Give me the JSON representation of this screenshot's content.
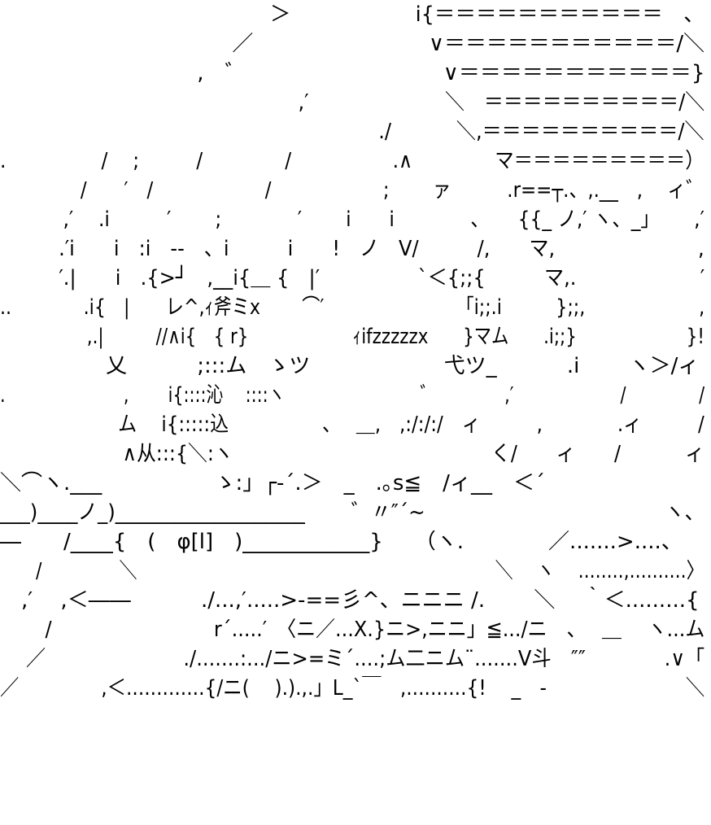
{
  "art": {
    "lines": [
      "　　　　　　　　　　　　　＞　　　　　　i{＝＝＝＝＝＝＝＝＝＝＝　、",
      "　　　　　　　　　　　／　　　　　　　　 ∨＝＝＝＝＝＝＝＝＝＝＝/＼",
      "　　　　　　　　　 ,　゛　　　　　　　　　 ∨＝＝＝＝＝＝＝＝＝＝＝}",
      "　　　　　　　　　　　　　　　 ,′　　　　　　　＼　＝＝＝＝＝＝＝＝＝＝/＼",
      "　　　　　　　　　　　　　　　　　　　 ./　　　 ＼,＝＝＝＝＝＝＝＝＝＝/＼",
      ".　　　　　/　 ;　　　/　　　　 /　　　　　 .∧　　　　 マ＝＝＝＝＝＝＝＝＝）",
      "　　　　 /　　′　/　　　　　　/　　　　　　;　　 ァ　　　.r==┬.、,.__　,　 ィ゛",
      "　　　 ,′　 .i　　　′　　 ;　　　　′　　 i　　i　　　　、　　{{_ ノ,′ ヽ、_」　　 ,′",
      "　　　.′i　　i　:i　--　、i　　　i　　!　ノ　V/　　　/,　　マ,　　　　　　　 ,",
      "　　　′.|　　i　.{>┘　,__i{＿ {　|′　　　　　`＜{;;{　　　マ,.　　　　　　 ′",
      "..　　　　.i{　|　　レ^,ｨ斧ミx　　 ⌒′　　　　　　　 「i;;.i　　　};;,　　　　　　 ,",
      "　　　　　,.|　　　//∧i{　{ r}　　　　　　ｨifzzzzzx　　}マム　　.i;;}　　　　　　 }!",
      "　　　　　乂　　　 ;:::ム　ゝツ　　　　　 　弋ツ_　　　 .i　　 ヽ＞/ィ",
      ".　　　　　　　,　　 i{::::沁　 ::::ヽ　　　　　　　　゛　　　　,′　　　　　　 /　　　　 /",
      "　　　　　　 ム　 i{:::::込　　　　　、　 ＿,　,:/:/:/　ィ　　　,　　　　.ィ　　　/",
      "　　　　　　 ∧从:::{＼:ヽ　　　　　　　　　　　　　 く/　　ィ　　/　　　 ィ",
      "＼⌒ヽ.___　　　　　 ゝ:」┌-´.＞　_　.｡s≦　/ィ__　＜´",
      "___)____ノ_)___________________　　 ゛〃″´~　　　　　　　　　　　　ヽ、",
      "―　　/____{　(　φ[l]　)____________}　　（ヽ.　　　　／.......>....、",
      "　　/　　　　 ＼　　　　　　　　　　　　　　　　　　　　＼　 ヽ　 ........,..........〉",
      "　,′　 ,＜――　　　 ./...,′.....>-==彡^、ニニニ /.　　 ＼　 ｀＜.........{",
      "　　 /　　　　　　　　 r´.....′　〈ニ／...X.}ニ>,ニニ」≦.../ニ　、　 ＿　 ヽ...ム",
      "　 ／　　　　　　　./.......:.../ニ>=ミ´....;ム二ニム¨.......V斗　″″　　　　.∨「",
      "／　　　　 ,＜.............{/ニ(　 ).).,.」L_`￣　,..........{!　 _　-　　　　　　　 ＼"
    ]
  }
}
